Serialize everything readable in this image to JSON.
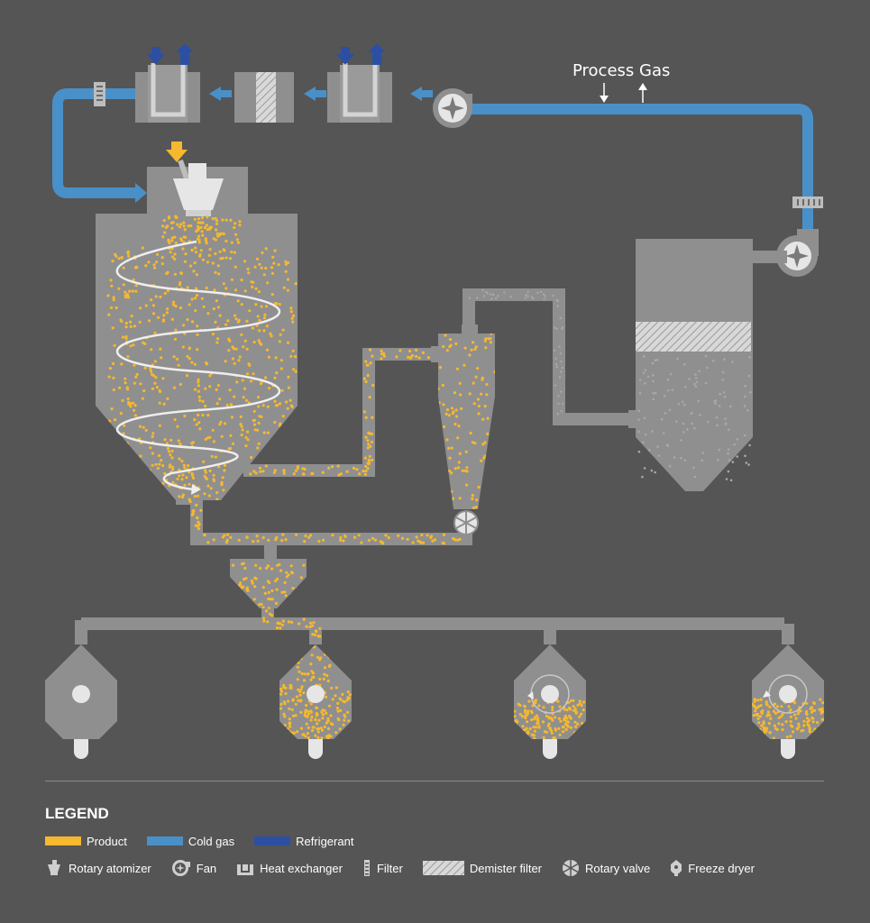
{
  "colors": {
    "background": "#555555",
    "equipment": "#8f8f8f",
    "equipment_light": "#bdbdbd",
    "product": "#f5b82e",
    "cold_gas": "#4a90c8",
    "refrigerant": "#2c4fa3"
  },
  "diagram": {
    "process_gas_label": "Process Gas"
  },
  "legend": {
    "title": "LEGEND",
    "colors": [
      {
        "key": "product",
        "label": "Product",
        "color": "#f5b82e"
      },
      {
        "key": "cold_gas",
        "label": "Cold gas",
        "color": "#4a90c8"
      },
      {
        "key": "refrigerant",
        "label": "Refrigerant",
        "color": "#2c4fa3"
      }
    ],
    "symbols": [
      {
        "icon": "rotary-atomizer-icon",
        "label": "Rotary atomizer"
      },
      {
        "icon": "fan-icon",
        "label": "Fan"
      },
      {
        "icon": "heat-exchanger-icon",
        "label": "Heat exchanger"
      },
      {
        "icon": "filter-icon",
        "label": "Filter"
      },
      {
        "icon": "demister-filter-icon",
        "label": "Demister filter"
      },
      {
        "icon": "rotary-valve-icon",
        "label": "Rotary valve"
      },
      {
        "icon": "freeze-dryer-icon",
        "label": "Freeze dryer"
      }
    ]
  }
}
